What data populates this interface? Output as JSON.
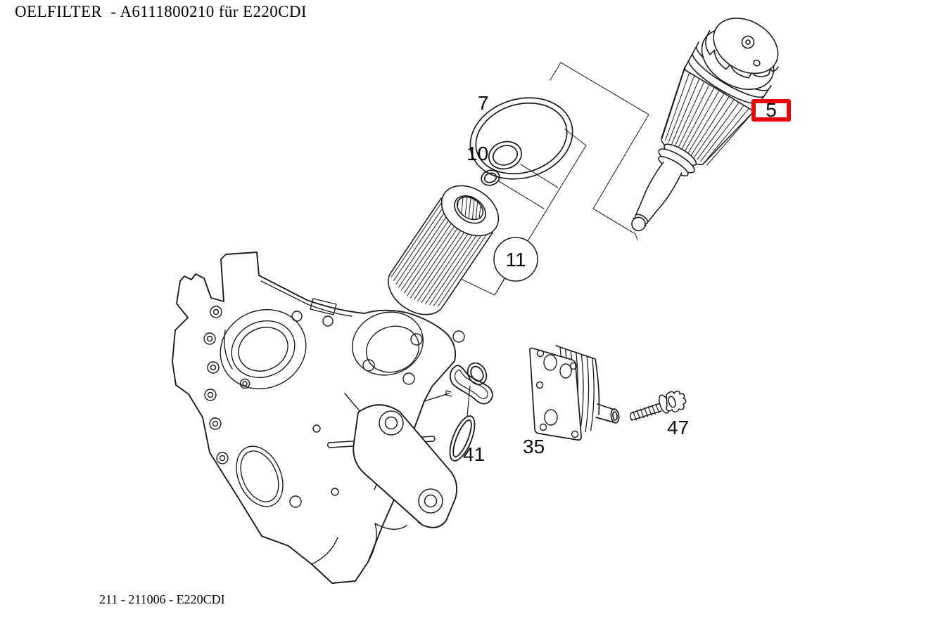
{
  "page": {
    "title": "OELFILTER  - A6111800210 für E220CDI",
    "footer": "211 - 211006 - E220CDI"
  },
  "colors": {
    "line": "#1c1c1c",
    "frame_line": "#2a2a2a",
    "highlight_red": "#e8000d",
    "background": "#ffffff",
    "label_text": "#0a0a0a"
  },
  "callouts": {
    "part_7": "7",
    "part_10": "10",
    "part_11": "11",
    "part_5": "5",
    "part_41": "41",
    "part_35": "35",
    "part_47": "47"
  }
}
